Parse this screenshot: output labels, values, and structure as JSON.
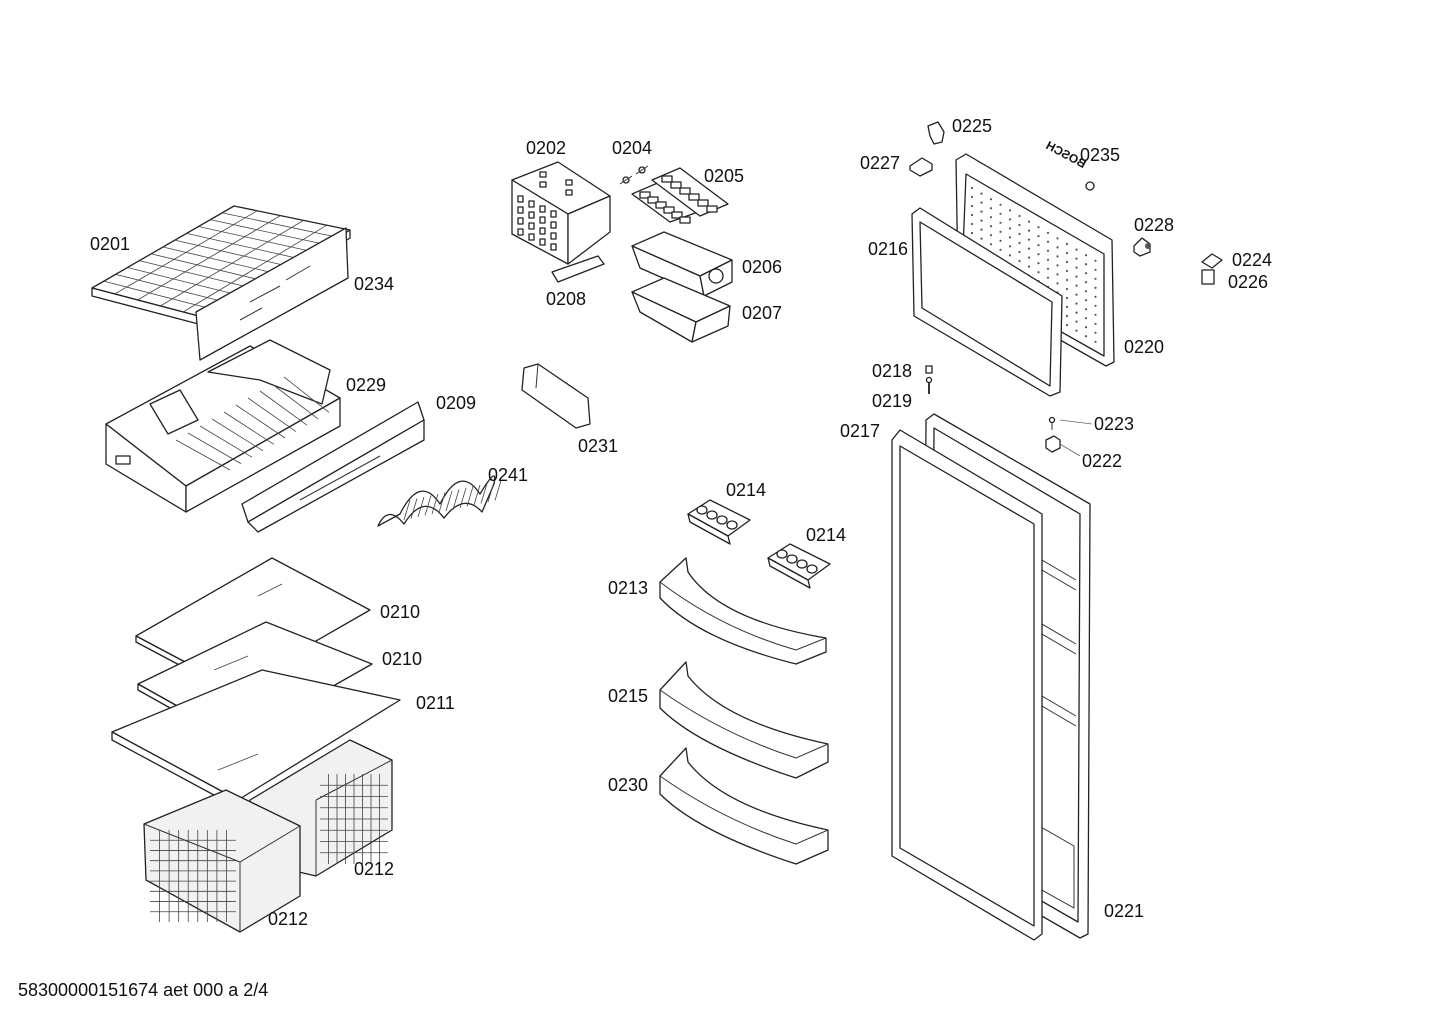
{
  "footer": "58300000151674 aet 000 a 2/4",
  "brand": "BOSCH",
  "part_labels": [
    "0201",
    "0234",
    "0229",
    "0209",
    "0241",
    "0210",
    "0210",
    "0211",
    "0212",
    "0212",
    "0202",
    "0204",
    "0205",
    "0206",
    "0208",
    "0207",
    "0231",
    "0214",
    "0214",
    "0213",
    "0215",
    "0230",
    "0225",
    "0227",
    "0235",
    "0216",
    "0228",
    "0224",
    "0226",
    "0220",
    "0218",
    "0219",
    "0217",
    "0223",
    "0222",
    "0221"
  ]
}
